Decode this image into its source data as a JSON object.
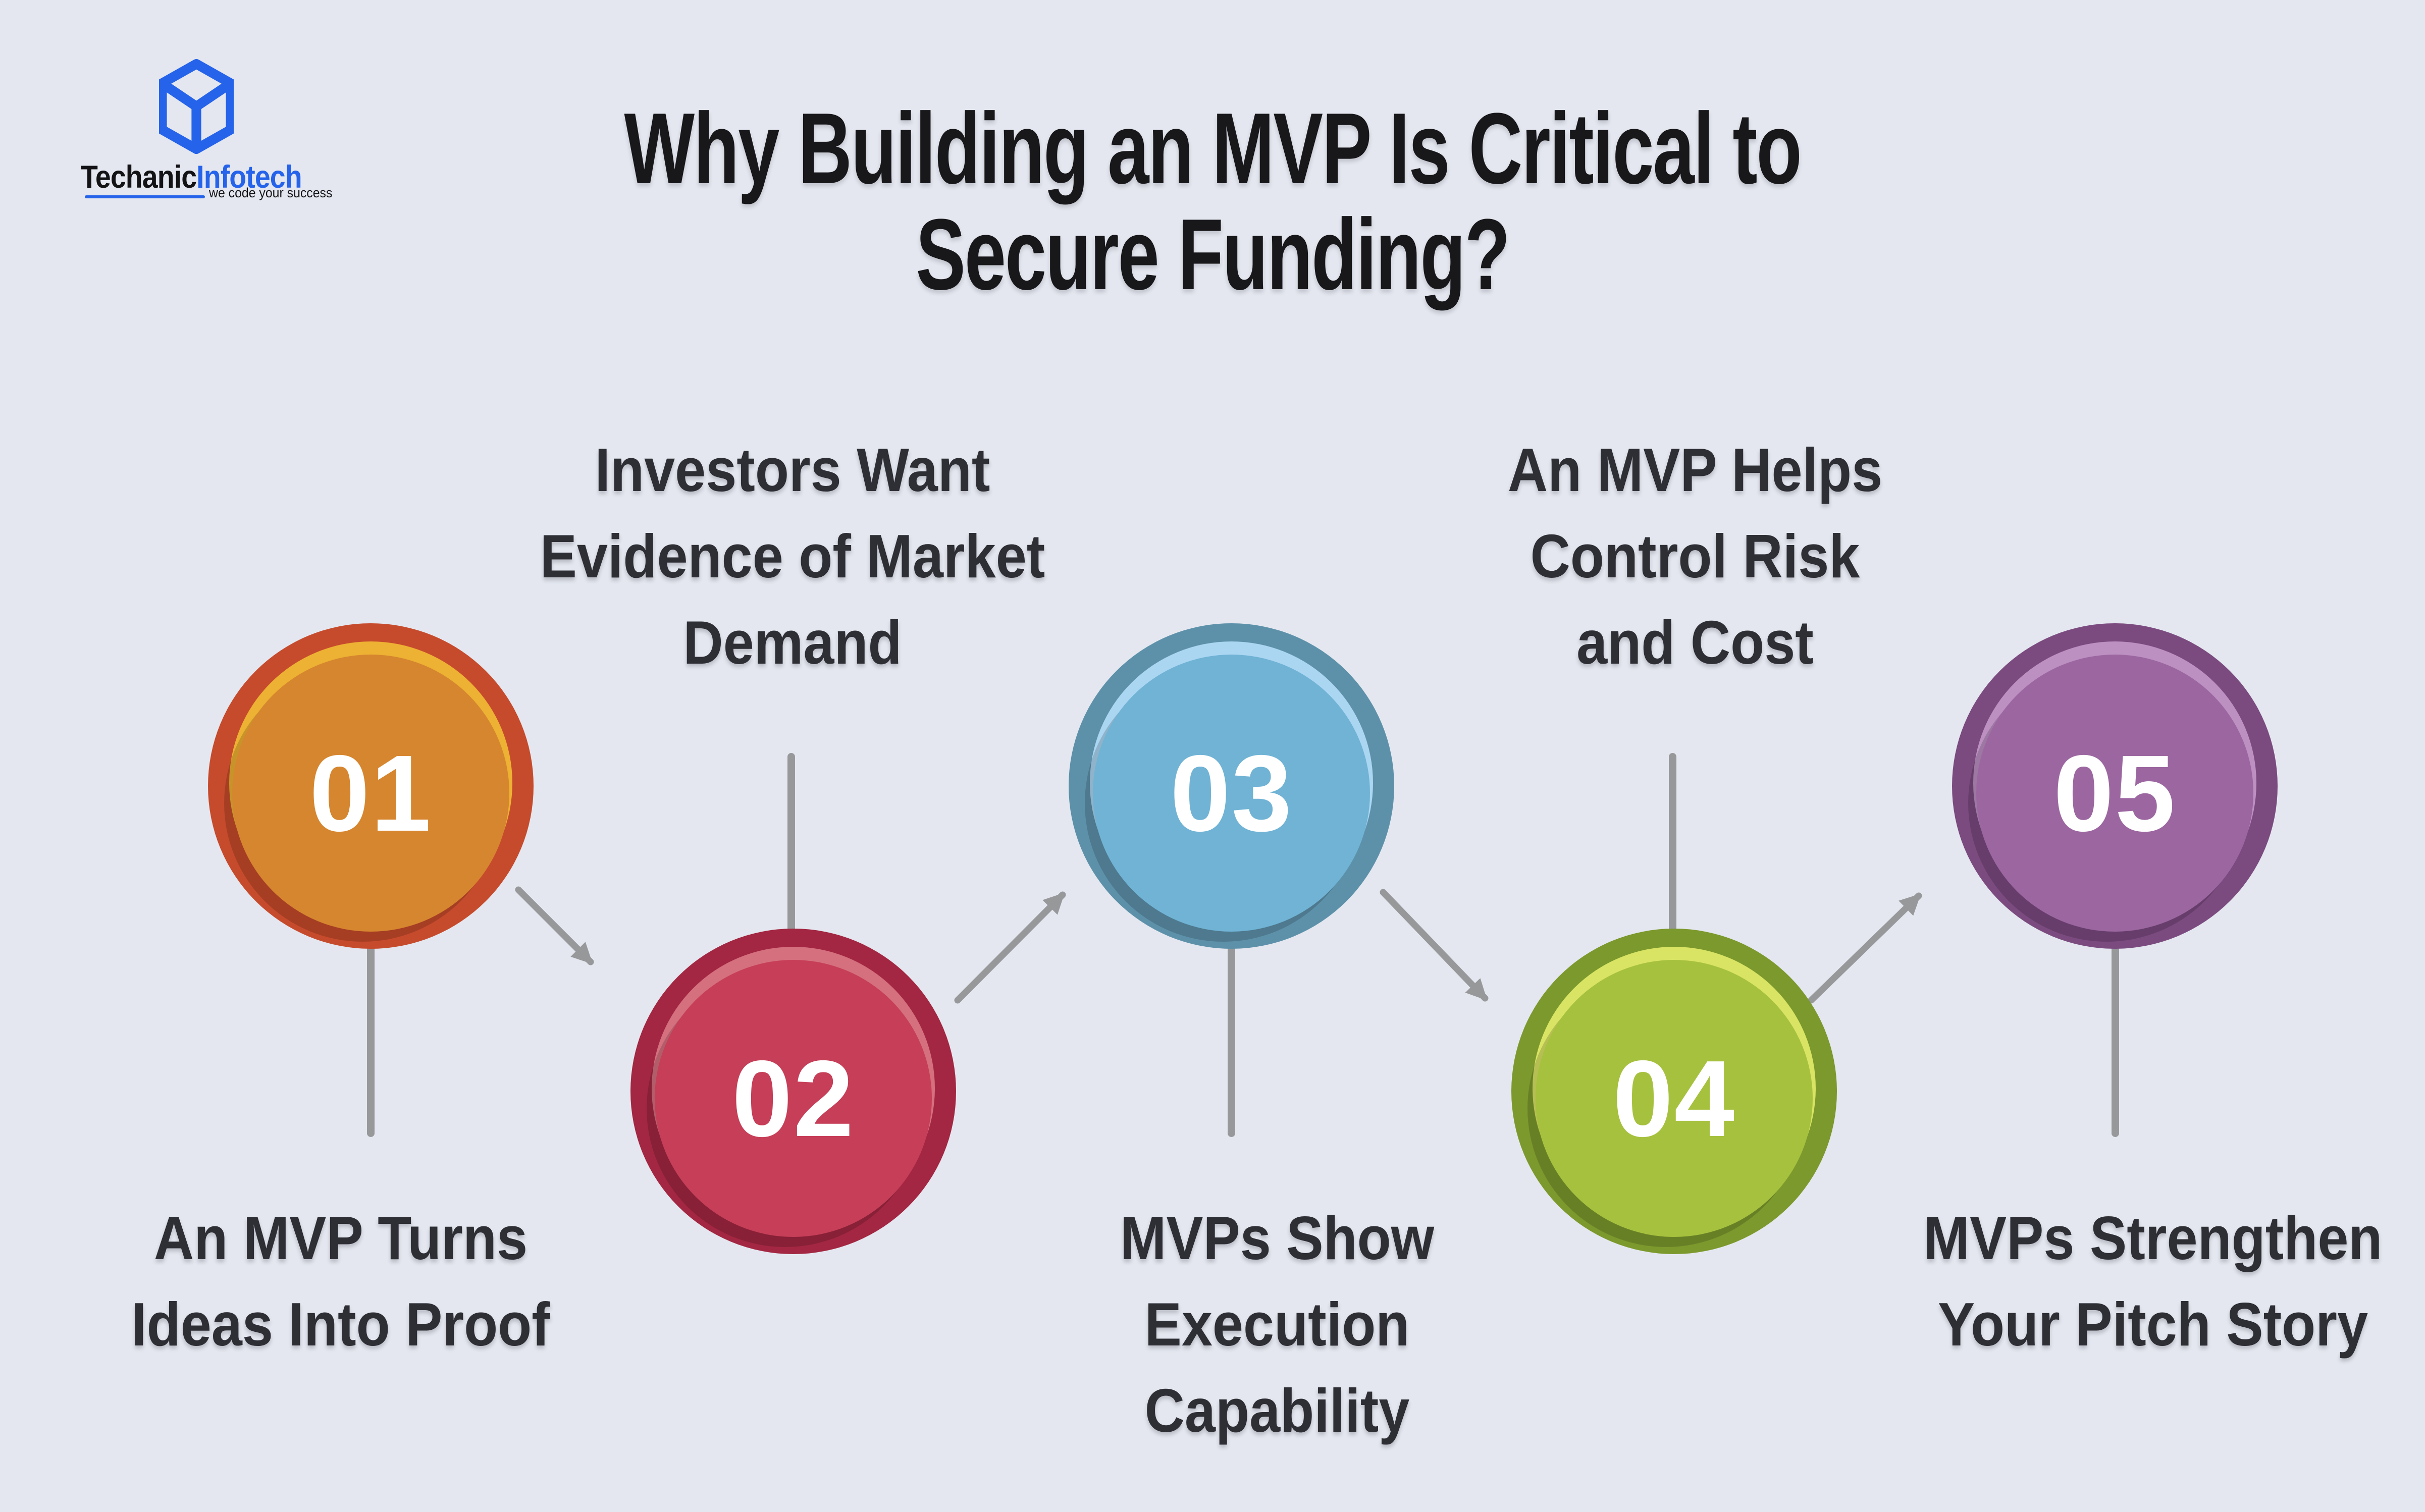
{
  "colors": {
    "background": "#e4e7ef",
    "title_text": "#18181b",
    "label_text": "#2e2e35",
    "connector": "#96989a",
    "number_text": "#ffffff",
    "logo_blue": "#2563eb",
    "logo_dark": "#131316"
  },
  "logo": {
    "icon": "cube-logo-icon",
    "name_black": "Techanic",
    "name_blue": "Infotech",
    "tagline": "we code your success"
  },
  "title": "Why Building an MVP Is Critical to\nSecure Funding?",
  "steps": [
    {
      "number": "01",
      "label": "An MVP Turns\nIdeas Into Proof",
      "label_position": "below",
      "colors": {
        "ring": "#c64b2c",
        "fill": "#d6862f",
        "highlight": "#edb133"
      }
    },
    {
      "number": "02",
      "label": "Investors Want\nEvidence of Market\nDemand",
      "label_position": "above",
      "colors": {
        "ring": "#a32742",
        "fill": "#c63e57",
        "highlight": "#d5707f"
      }
    },
    {
      "number": "03",
      "label": "MVPs Show\nExecution\nCapability",
      "label_position": "below",
      "colors": {
        "ring": "#5d91aa",
        "fill": "#70b3d5",
        "highlight": "#abd6f2"
      }
    },
    {
      "number": "04",
      "label": "An MVP Helps\nControl Risk\nand Cost",
      "label_position": "above",
      "colors": {
        "ring": "#7c992d",
        "fill": "#a6c13e",
        "highlight": "#d9e464"
      }
    },
    {
      "number": "05",
      "label": "MVPs Strengthen\nYour Pitch Story",
      "label_position": "below",
      "colors": {
        "ring": "#7b4b80",
        "fill": "#9c67a1",
        "highlight": "#bc90c1"
      }
    }
  ]
}
